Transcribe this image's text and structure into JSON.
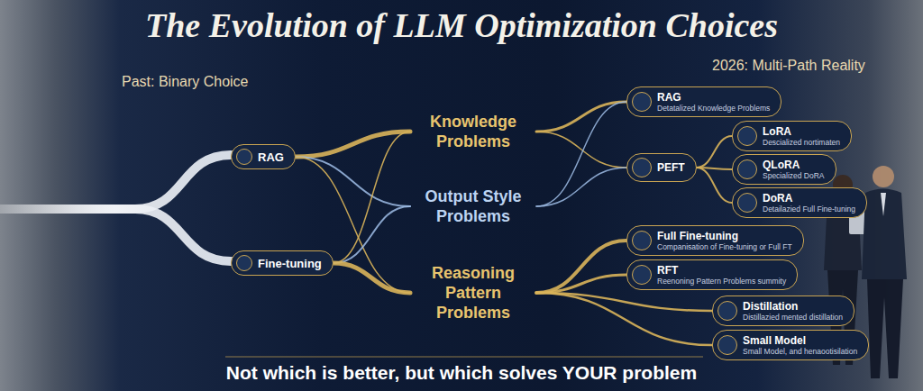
{
  "diagram": {
    "title": "The Evolution of LLM Optimization Choices",
    "caption": "Not which is better, but which solves YOUR problem",
    "nodes": [
      {
        "text": [
          "RAG"
        ]
      },
      {
        "text": [
          "Fine-tuning"
        ]
      },
      {
        "text": [
          "Knowledge Problems"
        ]
      },
      {
        "text": [
          "Output Style Problems"
        ]
      },
      {
        "text": [
          "Reasoning Pattern Problems"
        ]
      },
      {
        "text": [
          "RAG",
          "Detatalized Knowledge Problems"
        ]
      },
      {
        "text": [
          "PEFT"
        ]
      },
      {
        "text": [
          "LoRA",
          "Descialized nortimaten"
        ]
      },
      {
        "text": [
          "QLoRA",
          "Specialized DoRA"
        ]
      },
      {
        "text": [
          "DoRA",
          "Detailazied Full Fine-tuning"
        ]
      },
      {
        "text": [
          "Full Fine-tuning",
          "Companisation of Fine-tuning or Full FT"
        ]
      },
      {
        "text": [
          "RFT",
          "Reenoning Pattern Problems summity"
        ]
      },
      {
        "text": [
          "Distillation",
          "Distillazied mented distillation"
        ]
      },
      {
        "text": [
          "Small Model",
          "Small Model, and henaootisilation"
        ]
      }
    ],
    "edges": [
      {
        "from": 0,
        "to": 2,
        "arrow": "none"
      },
      {
        "from": 0,
        "to": 3,
        "arrow": "none"
      },
      {
        "from": 0,
        "to": 4,
        "arrow": "none"
      },
      {
        "from": 1,
        "to": 2,
        "arrow": "none"
      },
      {
        "from": 1,
        "to": 3,
        "arrow": "none"
      },
      {
        "from": 1,
        "to": 4,
        "arrow": "none"
      },
      {
        "from": 2,
        "to": 5,
        "arrow": "none"
      },
      {
        "from": 2,
        "to": 6,
        "arrow": "none"
      },
      {
        "from": 3,
        "to": 5,
        "arrow": "none"
      },
      {
        "from": 3,
        "to": 6,
        "arrow": "none"
      },
      {
        "from": 6,
        "to": 7,
        "arrow": "none"
      },
      {
        "from": 6,
        "to": 8,
        "arrow": "none"
      },
      {
        "from": 6,
        "to": 9,
        "arrow": "none"
      },
      {
        "from": 4,
        "to": 10,
        "arrow": "none"
      },
      {
        "from": 4,
        "to": 11,
        "arrow": "none"
      },
      {
        "from": 4,
        "to": 12,
        "arrow": "none"
      },
      {
        "from": 4,
        "to": 13,
        "arrow": "none"
      }
    ],
    "labels": [
      "Past: Binary Choice",
      "2026: Multi-Path Reality"
    ]
  }
}
